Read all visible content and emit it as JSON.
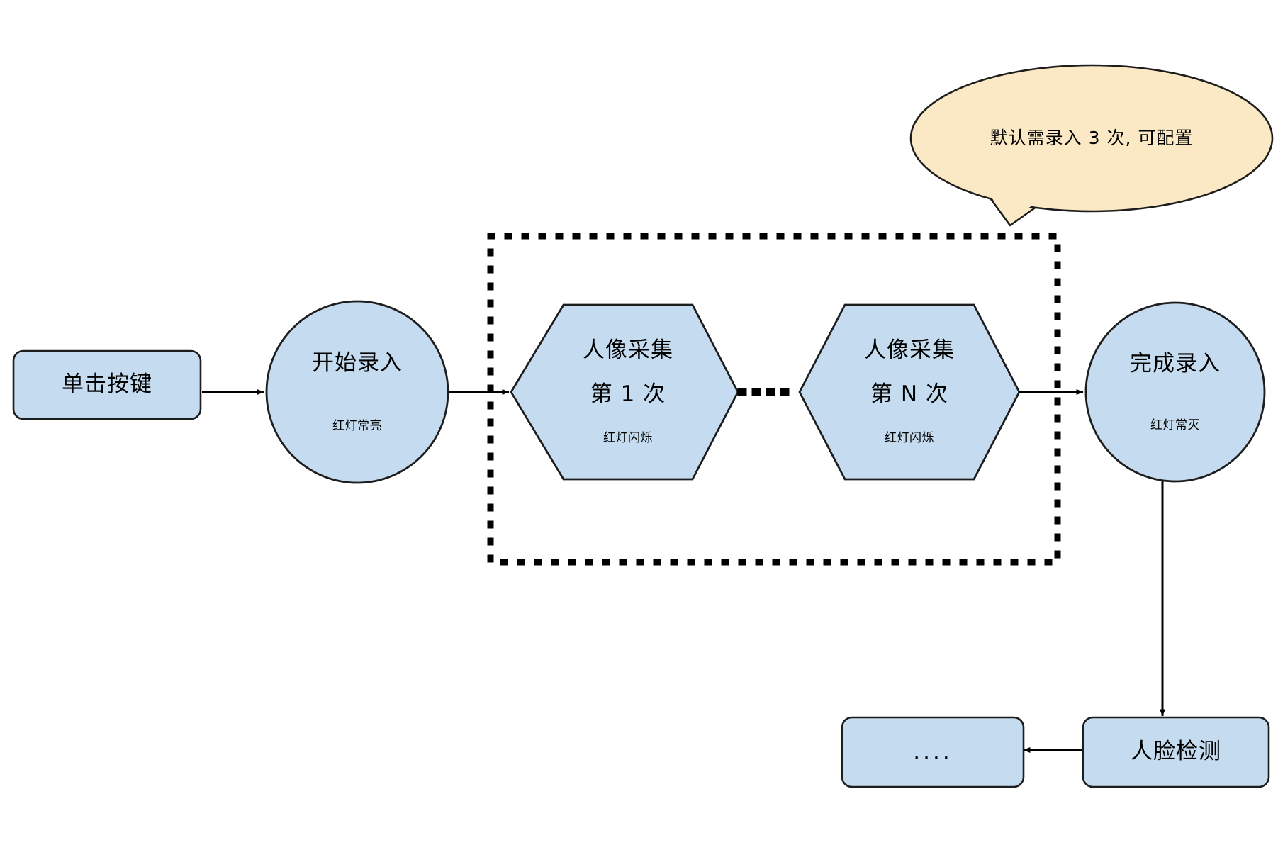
{
  "diagram": {
    "type": "flowchart",
    "title": "",
    "colors": {
      "node_fill": "#c5dcf0",
      "node_stroke": "#1d1d1d",
      "callout_fill": "#fae9c4",
      "callout_stroke": "#1d1d1d",
      "group_border": "#000000",
      "background": "#ffffff",
      "arrow": "#000000"
    }
  },
  "nodes": {
    "click_key": {
      "label": "单击按键",
      "shape": "rounded-rect"
    },
    "start_enroll": {
      "label": "开始录入",
      "sublabel": "红灯常亮",
      "shape": "circle"
    },
    "capture_first": {
      "label": "人像采集",
      "label2": "第 1 次",
      "sublabel": "红灯闪烁",
      "shape": "hexagon"
    },
    "capture_nth": {
      "label": "人像采集",
      "label2": "第 N 次",
      "sublabel": "红灯闪烁",
      "shape": "hexagon"
    },
    "finish_enroll": {
      "label": "完成录入",
      "sublabel": "红灯常灭",
      "shape": "circle"
    },
    "face_detect": {
      "label": "人脸检测",
      "shape": "rounded-rect"
    },
    "more_steps": {
      "label": "....",
      "shape": "rounded-rect"
    }
  },
  "callout": {
    "text": "默认需录入 3 次, 可配置",
    "shape": "speech-bubble-ellipse",
    "points_to": "capture-group"
  },
  "group": {
    "name": "capture-loop",
    "border_style": "dotted",
    "label": ""
  },
  "connectors": [
    {
      "from": "click_key",
      "to": "start_enroll",
      "style": "solid-arrow"
    },
    {
      "from": "start_enroll",
      "to": "capture_first",
      "style": "solid-arrow"
    },
    {
      "from": "capture_first",
      "to": "capture_nth",
      "style": "dotted"
    },
    {
      "from": "capture_nth",
      "to": "finish_enroll",
      "style": "solid-arrow"
    },
    {
      "from": "finish_enroll",
      "to": "face_detect",
      "style": "solid-arrow"
    },
    {
      "from": "face_detect",
      "to": "more_steps",
      "style": "solid-arrow"
    }
  ]
}
